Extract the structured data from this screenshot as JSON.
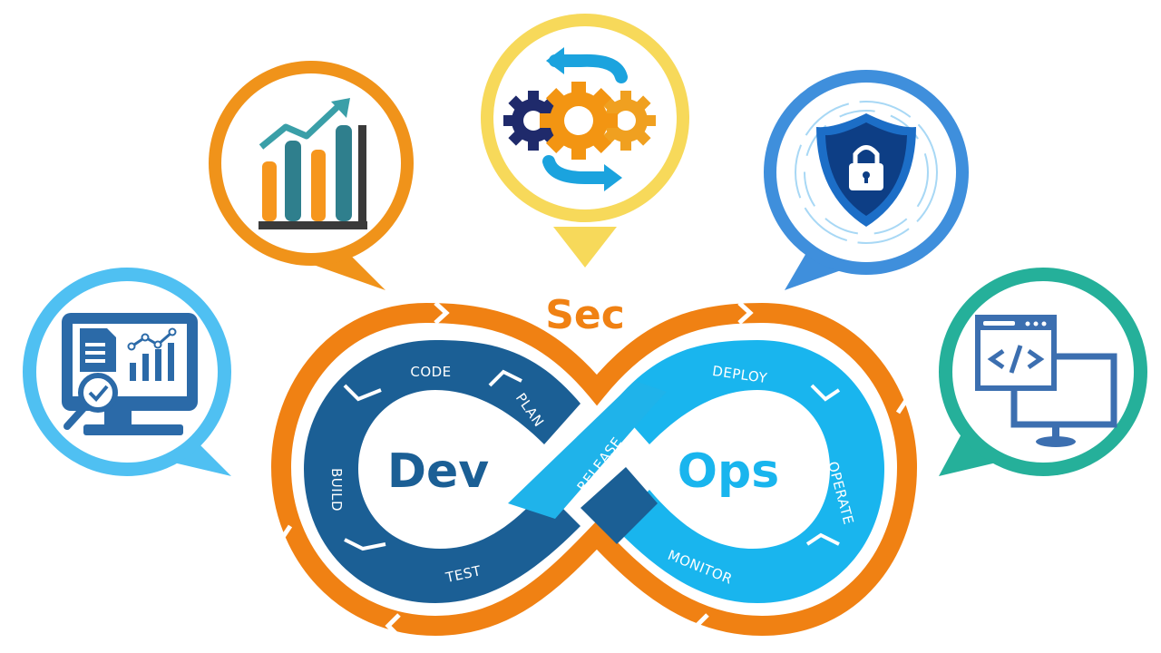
{
  "diagram": {
    "title_prefix": "Sec",
    "left_word": "Dev",
    "right_word": "Ops",
    "dev_stages": [
      "CODE",
      "PLAN",
      "BUILD",
      "TEST"
    ],
    "bridge_stage": "RELEASE",
    "ops_stages": [
      "DEPLOY",
      "OPERATE",
      "MONITOR"
    ],
    "colors": {
      "outer_ring": "#f08113",
      "dev": "#1b5f95",
      "ops": "#19b5ee",
      "bridge": "#1fb3ea"
    }
  },
  "bubbles": [
    {
      "id": "monitoring",
      "icon": "monitor-analytics-icon",
      "ring_color": "#4fc0f2"
    },
    {
      "id": "growth",
      "icon": "bar-chart-growth-icon",
      "ring_color": "#f0931a"
    },
    {
      "id": "automation",
      "icon": "gears-cycle-icon",
      "ring_color": "#f7d95a"
    },
    {
      "id": "security",
      "icon": "shield-lock-icon",
      "ring_color": "#3f8fdc"
    },
    {
      "id": "development",
      "icon": "code-window-icon",
      "ring_color": "#25b09a"
    }
  ]
}
